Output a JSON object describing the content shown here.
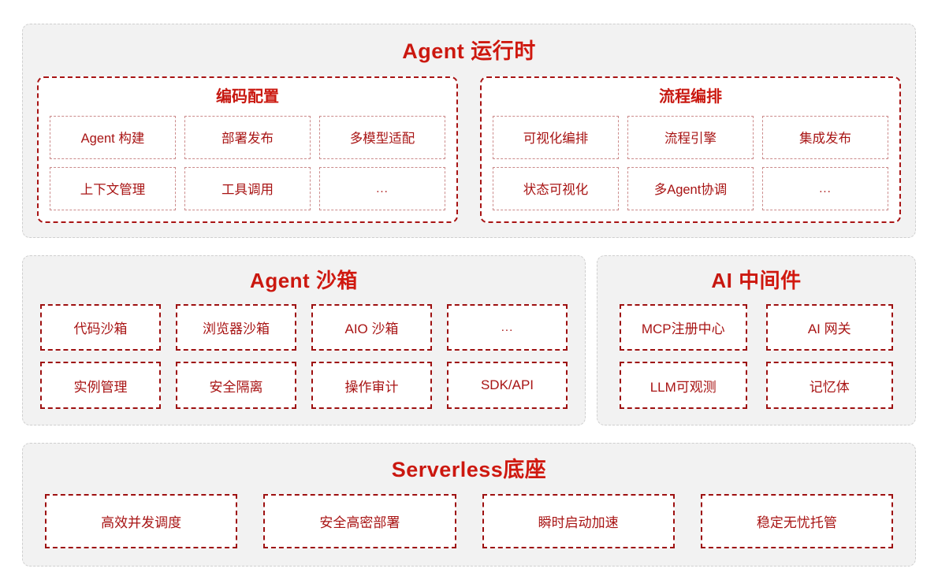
{
  "colors": {
    "brand_red": "#a81414",
    "brand_red_bright": "#d81b10",
    "panel_bg": "#f2f2f2",
    "panel_border": "#cfcfcf",
    "leaf_soft_border": "#cb8a8a",
    "leaf_strong_border": "#9e1111",
    "page_bg": "#ffffff"
  },
  "sections": {
    "runtime": {
      "title": "Agent 运行时",
      "groups": [
        {
          "title": "编码配置",
          "rows": [
            [
              "Agent 构建",
              "部署发布",
              "多模型适配"
            ],
            [
              "上下文管理",
              "工具调用",
              "..."
            ]
          ]
        },
        {
          "title": "流程编排",
          "rows": [
            [
              "可视化编排",
              "流程引擎",
              "集成发布"
            ],
            [
              "状态可视化",
              "多Agent协调",
              "..."
            ]
          ]
        }
      ]
    },
    "sandbox": {
      "title": "Agent 沙箱",
      "rows": [
        [
          "代码沙箱",
          "浏览器沙箱",
          "AIO 沙箱",
          "..."
        ],
        [
          "实例管理",
          "安全隔离",
          "操作审计",
          "SDK/API"
        ]
      ]
    },
    "middleware": {
      "title": "AI 中间件",
      "rows": [
        [
          "MCP注册中心",
          "AI 网关"
        ],
        [
          "LLM可观测",
          "记忆体"
        ]
      ]
    },
    "base": {
      "title": "Serverless底座",
      "rows": [
        [
          "高效并发调度",
          "安全高密部署",
          "瞬时启动加速",
          "稳定无忧托管"
        ]
      ]
    }
  }
}
